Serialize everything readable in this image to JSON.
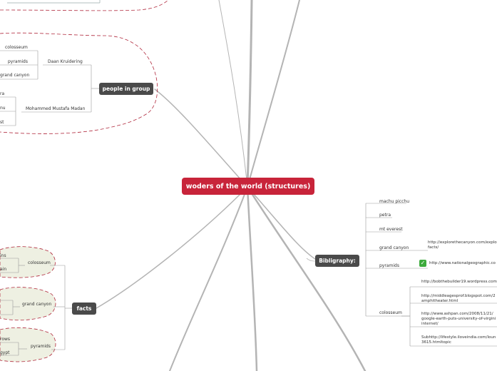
{
  "central": {
    "label": "woders of the world (structures)"
  },
  "people_in_group": {
    "label": "people in group",
    "members": [
      {
        "name": "Daan Kruidering",
        "items": [
          "colosseum",
          "pyramids",
          "grand canyon"
        ]
      },
      {
        "name": "Mohammed Mustafa Madan",
        "items": [
          "ra",
          "nu",
          "st"
        ]
      }
    ]
  },
  "bibliography": {
    "label": "Bibligraphy:",
    "items": {
      "machu": "machu picchu",
      "petra": "petra",
      "everest": "mt everest",
      "grand_canyon": "grand canyon",
      "pyramids": "pyramids",
      "colosseum": "colosseum"
    },
    "grand_canyon_url": "http://explorethecanyon.com/explo facts/",
    "pyramids_url": "http://www.nationalgeographic.co",
    "colosseum_urls": [
      "http://bobthebuilder19.wordpress.com",
      "http://middleagesprof.blogspot.com/2 amphitheater.html",
      "http://www.ashpan.com/2008/11/21/ google-earth-puts-university-of-virgini internet/",
      "Subhttp://lifestyle.iloveindia.com/loun 3615.htmltopic"
    ]
  },
  "facts": {
    "label": "facts",
    "topics": [
      {
        "name": "colosseum",
        "items": [
          "ins",
          "ain"
        ]
      },
      {
        "name": "grand canyon",
        "items": []
      },
      {
        "name": "pyramids",
        "items": [
          "rows",
          "gypt"
        ]
      }
    ]
  }
}
